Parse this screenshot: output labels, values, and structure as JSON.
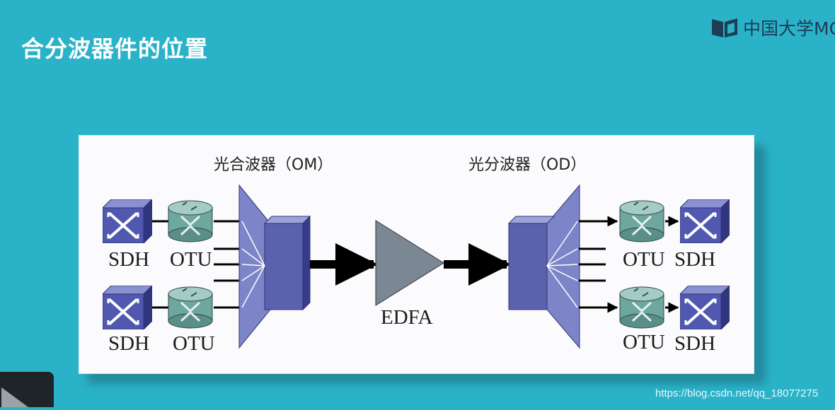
{
  "title": "合分波器件的位置",
  "brand": {
    "text": "中国大学MC",
    "icon": "book-logo-icon"
  },
  "watermark": "https://blog.csdn.net/qq_18077275",
  "diagram": {
    "multiplexer_label": "光合波器（OM）",
    "demultiplexer_label": "光分波器（OD）",
    "amplifier_label": "EDFA",
    "left_top": {
      "sdh": "SDH",
      "otu": "OTU"
    },
    "left_bottom": {
      "sdh": "SDH",
      "otu": "OTU"
    },
    "right_top": {
      "otu": "OTU",
      "sdh": "SDH"
    },
    "right_bottom": {
      "otu": "OTU",
      "sdh": "SDH"
    }
  },
  "colors": {
    "background": "#2ab3c8",
    "sdh_front": "#5058b0",
    "otu_teal": "#6ea79f",
    "filter_purple": "#5b62ad",
    "edfa_gray": "#7b8792"
  }
}
